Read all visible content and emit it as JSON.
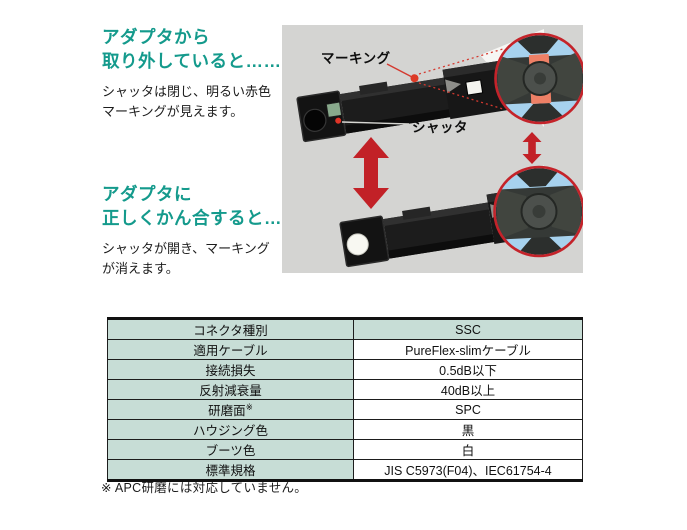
{
  "section_removed": {
    "heading": [
      "アダプタから",
      "取り外していると……"
    ],
    "body": [
      "シャッタは閉じ、明るい赤色",
      "マーキングが見えます。"
    ]
  },
  "section_mated": {
    "heading": [
      "アダプタに",
      "正しくかん合すると……"
    ],
    "body": [
      "シャッタが開き、マーキング",
      "が消えます。"
    ]
  },
  "figure": {
    "label_marking": "マーキング",
    "label_shutter": "シャッタ",
    "colors": {
      "photo_bg": "#d4d4d2",
      "arrow_red": "#c22127",
      "inset_border_red": "#c4232a",
      "inset_bg_blue": "#a7d2ee",
      "marking_orange": "#ee8066",
      "marking_dot_red": "#e03427",
      "shutter_green": "#88a98c",
      "connector_black": "#1a1a1a"
    }
  },
  "spec_table": {
    "rows": [
      {
        "label": "コネクタ種別",
        "value": "SSC"
      },
      {
        "label": "適用ケーブル",
        "value": "PureFlex-slimケーブル"
      },
      {
        "label": "接続損失",
        "value": "0.5dB以下"
      },
      {
        "label": "反射減衰量",
        "value": "40dB以上"
      },
      {
        "label": "研磨面",
        "sup": "※",
        "value": "SPC"
      },
      {
        "label": "ハウジング色",
        "value": "黒"
      },
      {
        "label": "ブーツ色",
        "value": "白"
      },
      {
        "label": "標準規格",
        "value": "JIS C5973(F04)、IEC61754-4"
      }
    ],
    "header_bg": "#c7ddd6"
  },
  "footnote": "※ APC研磨には対応していません。",
  "theme": {
    "heading_teal": "#149a8c",
    "text_dark": "#1c1c1c",
    "page_bg": "#ffffff"
  }
}
